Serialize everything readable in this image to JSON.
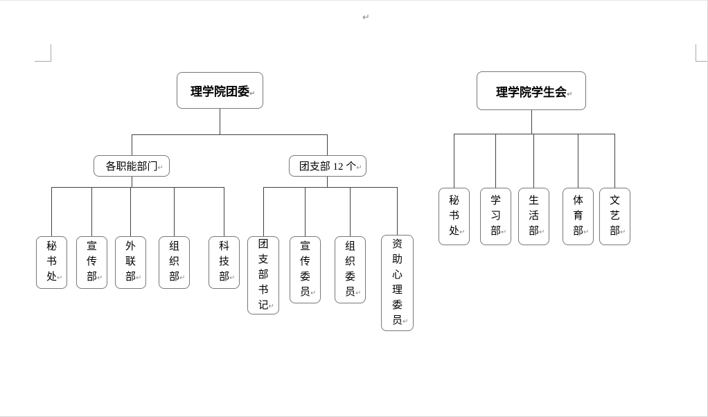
{
  "page": {
    "return_mark": "↵"
  },
  "colors": {
    "connector_line": "#404040",
    "box_border": "#777777",
    "text": "#000000",
    "formatting_mark": "#8c8c8c"
  },
  "org_charts": [
    {
      "name": "youth_league_committee",
      "root": "理学院团委",
      "groups": [
        {
          "parent": "各职能部门",
          "children": [
            "秘书处",
            "宣传部",
            "外联部",
            "组织部",
            "科技部"
          ]
        },
        {
          "parent": "团支部 12 个",
          "children": [
            "团支部书记",
            "宣传委员",
            "组织委员",
            "资助心理委员"
          ]
        }
      ]
    },
    {
      "name": "student_union",
      "root": "理学院学生会",
      "children": [
        "秘书处",
        "学习部",
        "生活部",
        "体育部",
        "文艺部"
      ]
    }
  ]
}
